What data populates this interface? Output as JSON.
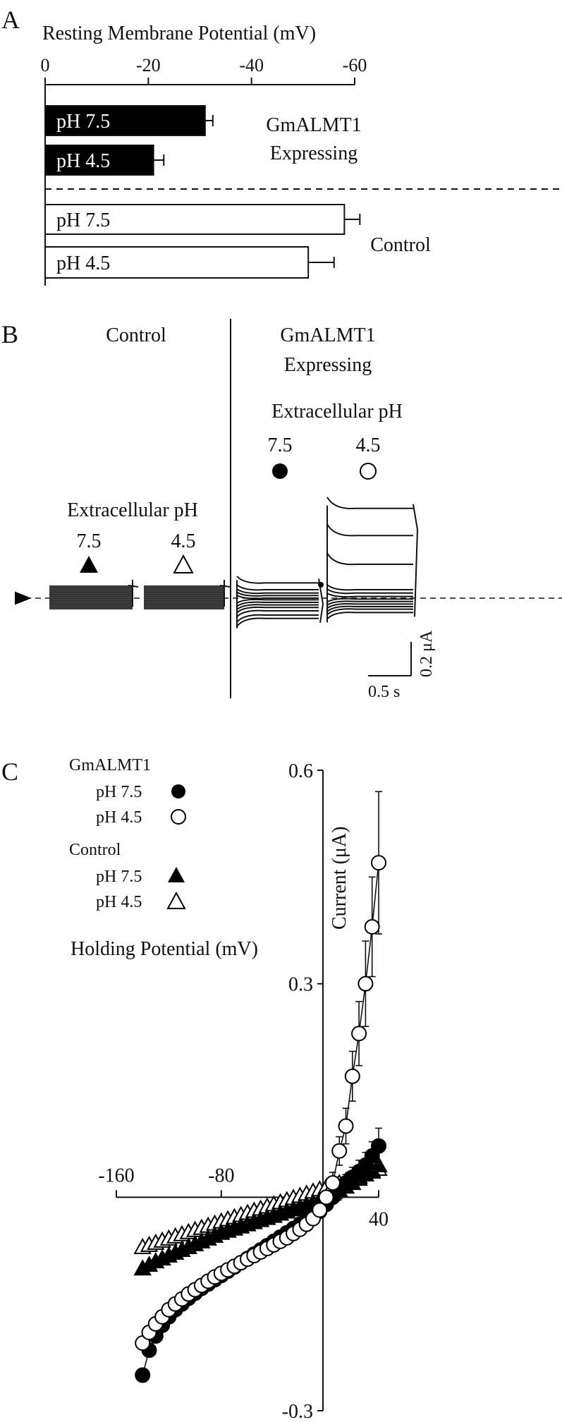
{
  "chart_data": [
    {
      "panel": "A",
      "type": "bar",
      "orientation": "horizontal",
      "title": "Resting Membrane Potential (mV)",
      "xlim": [
        0,
        -60
      ],
      "ticks": [
        0,
        -20,
        -40,
        -60
      ],
      "groups": [
        {
          "label": "GmALMT1 Expressing",
          "label_lines": [
            "GmALMT1",
            "Expressing"
          ],
          "fill": "#000000",
          "text_color": "#ffffff",
          "bars": [
            {
              "label": "pH 7.5",
              "value": -31,
              "error": 1.5
            },
            {
              "label": "pH 4.5",
              "value": -21,
              "error": 2
            }
          ]
        },
        {
          "label": "Control",
          "label_lines": [
            "Control"
          ],
          "fill": "#ffffff",
          "text_color": "#111111",
          "bars": [
            {
              "label": "pH 7.5",
              "value": -58,
              "error": 3
            },
            {
              "label": "pH 4.5",
              "value": -51,
              "error": 5
            }
          ]
        }
      ]
    },
    {
      "panel": "B",
      "type": "line",
      "control": {
        "title": "Control",
        "axis_label": "Extracellular pH",
        "conditions": [
          {
            "label": "7.5",
            "marker": "filled-triangle"
          },
          {
            "label": "4.5",
            "marker": "open-triangle"
          }
        ]
      },
      "expressing": {
        "title_lines": [
          "GmALMT1",
          "Expressing"
        ],
        "axis_label": "Extracellular pH",
        "conditions": [
          {
            "label": "7.5",
            "marker": "filled-circle",
            "steady_currents": [
              0.09,
              0.05,
              0.03,
              0.015,
              0.0,
              -0.01,
              -0.025,
              -0.04,
              -0.055,
              -0.075,
              -0.1,
              -0.12
            ]
          },
          {
            "label": "4.5",
            "marker": "open-circle",
            "steady_currents": [
              0.53,
              0.37,
              0.2,
              0.05,
              0.03,
              0.01,
              -0.005,
              -0.02,
              -0.035,
              -0.05,
              -0.065,
              -0.085
            ]
          }
        ]
      },
      "scale_bar": {
        "current": "0.2 μA",
        "time": "0.5 s"
      }
    },
    {
      "panel": "C",
      "type": "scatter",
      "xlabel": "Holding Potential (mV)",
      "ylabel": "Current (μA)",
      "xlim": [
        -160,
        40
      ],
      "ylim": [
        -0.3,
        0.6
      ],
      "xticks": [
        -160,
        -80,
        40
      ],
      "yticks": [
        0.6,
        0.3,
        -0.3
      ],
      "legend": {
        "groups": [
          {
            "title": "GmALMT1",
            "entries": [
              {
                "label": "pH 7.5",
                "marker": "filled-circle"
              },
              {
                "label": "pH 4.5",
                "marker": "open-circle"
              }
            ]
          },
          {
            "title": "Control",
            "entries": [
              {
                "label": "pH 7.5",
                "marker": "filled-triangle"
              },
              {
                "label": "pH 4.5",
                "marker": "open-triangle"
              }
            ]
          }
        ]
      },
      "x": [
        -140,
        -135,
        -130,
        -125,
        -120,
        -115,
        -110,
        -105,
        -100,
        -95,
        -90,
        -85,
        -80,
        -75,
        -70,
        -65,
        -60,
        -55,
        -50,
        -45,
        -40,
        -35,
        -30,
        -25,
        -20,
        -15,
        -10,
        -5,
        0,
        5,
        10,
        15,
        20,
        25,
        30,
        35,
        40
      ],
      "series": [
        {
          "name": "GmALMT1 pH 7.5",
          "marker": "filled-circle",
          "values": [
            -0.25,
            -0.215,
            -0.195,
            -0.18,
            -0.168,
            -0.158,
            -0.15,
            -0.142,
            -0.135,
            -0.128,
            -0.122,
            -0.116,
            -0.11,
            -0.104,
            -0.098,
            -0.092,
            -0.086,
            -0.08,
            -0.074,
            -0.068,
            -0.062,
            -0.056,
            -0.05,
            -0.044,
            -0.038,
            -0.032,
            -0.026,
            -0.02,
            -0.01,
            0.0,
            0.01,
            0.02,
            0.028,
            0.036,
            0.045,
            0.058,
            0.072
          ],
          "errors": [
            0.01,
            0.01,
            0.01,
            0.01,
            0.01,
            0.01,
            0.01,
            0.01,
            0.01,
            0.01,
            0.01,
            0.01,
            0.01,
            0.01,
            0.01,
            0.01,
            0.01,
            0.01,
            0.01,
            0.01,
            0.01,
            0.01,
            0.01,
            0.01,
            0.01,
            0.01,
            0.01,
            0.01,
            0.01,
            0.01,
            0.012,
            0.012,
            0.014,
            0.016,
            0.018,
            0.02,
            0.025
          ]
        },
        {
          "name": "GmALMT1 pH 4.5",
          "marker": "open-circle",
          "values": [
            -0.205,
            -0.19,
            -0.178,
            -0.168,
            -0.158,
            -0.15,
            -0.143,
            -0.136,
            -0.13,
            -0.124,
            -0.118,
            -0.112,
            -0.107,
            -0.102,
            -0.097,
            -0.092,
            -0.087,
            -0.082,
            -0.077,
            -0.072,
            -0.067,
            -0.062,
            -0.057,
            -0.051,
            -0.045,
            -0.038,
            -0.03,
            -0.018,
            0.0,
            0.02,
            0.065,
            0.1,
            0.17,
            0.23,
            0.3,
            0.38,
            0.47
          ],
          "errors": [
            0.01,
            0.01,
            0.01,
            0.01,
            0.01,
            0.01,
            0.01,
            0.01,
            0.01,
            0.01,
            0.01,
            0.01,
            0.01,
            0.01,
            0.01,
            0.01,
            0.01,
            0.01,
            0.01,
            0.01,
            0.01,
            0.01,
            0.01,
            0.01,
            0.01,
            0.01,
            0.01,
            0.01,
            0.01,
            0.015,
            0.02,
            0.025,
            0.035,
            0.045,
            0.06,
            0.07,
            0.1
          ]
        },
        {
          "name": "Control pH 7.5",
          "marker": "filled-triangle",
          "values": [
            -0.1,
            -0.095,
            -0.09,
            -0.086,
            -0.082,
            -0.078,
            -0.074,
            -0.07,
            -0.066,
            -0.062,
            -0.058,
            -0.054,
            -0.05,
            -0.047,
            -0.044,
            -0.041,
            -0.038,
            -0.035,
            -0.032,
            -0.029,
            -0.026,
            -0.023,
            -0.02,
            -0.017,
            -0.014,
            -0.011,
            -0.008,
            -0.004,
            0.0,
            0.005,
            0.01,
            0.015,
            0.02,
            0.026,
            0.032,
            0.038,
            0.045
          ],
          "errors": [
            0.005,
            0.005,
            0.005,
            0.005,
            0.005,
            0.005,
            0.005,
            0.005,
            0.005,
            0.005,
            0.005,
            0.005,
            0.005,
            0.005,
            0.005,
            0.005,
            0.005,
            0.005,
            0.005,
            0.005,
            0.005,
            0.005,
            0.005,
            0.005,
            0.005,
            0.005,
            0.005,
            0.005,
            0.005,
            0.005,
            0.005,
            0.005,
            0.006,
            0.006,
            0.007,
            0.008,
            0.01
          ]
        },
        {
          "name": "Control pH 4.5",
          "marker": "open-triangle",
          "values": [
            -0.07,
            -0.067,
            -0.064,
            -0.061,
            -0.058,
            -0.055,
            -0.052,
            -0.049,
            -0.046,
            -0.043,
            -0.04,
            -0.037,
            -0.034,
            -0.031,
            -0.028,
            -0.025,
            -0.022,
            -0.019,
            -0.016,
            -0.013,
            -0.01,
            -0.007,
            -0.004,
            -0.001,
            0.002,
            0.005,
            0.008,
            0.011,
            0.014,
            0.017,
            0.02,
            0.023,
            0.026,
            0.029,
            0.032,
            0.036,
            0.04
          ],
          "errors": [
            0.005,
            0.005,
            0.005,
            0.005,
            0.005,
            0.005,
            0.005,
            0.005,
            0.005,
            0.005,
            0.005,
            0.005,
            0.005,
            0.005,
            0.005,
            0.005,
            0.005,
            0.005,
            0.005,
            0.005,
            0.005,
            0.005,
            0.005,
            0.005,
            0.005,
            0.005,
            0.005,
            0.005,
            0.005,
            0.005,
            0.005,
            0.005,
            0.006,
            0.006,
            0.007,
            0.008,
            0.01
          ]
        }
      ]
    }
  ]
}
